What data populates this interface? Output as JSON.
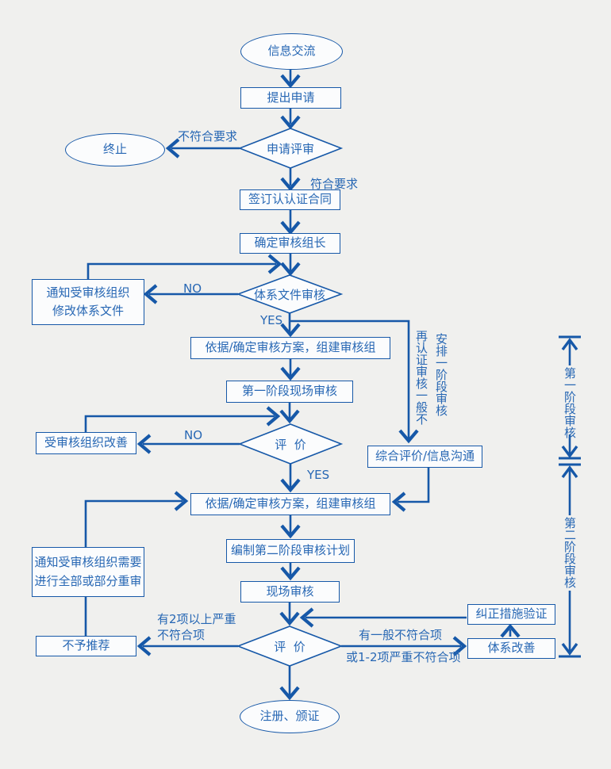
{
  "palette": {
    "background": "#f0f0ee",
    "line_blue": "#1658a8",
    "text_blue": "#2767b4",
    "node_fill": "#fbfcfd"
  },
  "nodes": {
    "start": "信息交流",
    "apply": "提出申请",
    "app_review": "申请评审",
    "terminate": "终止",
    "contract": "签订认认证合同",
    "leader": "确定审核组长",
    "doc_audit": "体系文件审核",
    "notify_modify": "通知受审核组织\n修改体系文件",
    "plan_stage1": "依据/确定审核方案，组建审核组",
    "stage1_onsite": "第一阶段现场审核",
    "eval1": "评  价",
    "org_improve": "受审核组织改善",
    "comprehensive": "综合评价/信息沟通",
    "plan_stage2": "依据/确定审核方案，组建审核组",
    "stage2_plan": "编制第二阶段审核计划",
    "onsite": "现场审核",
    "notify_reaudit": "通知受审核组织需要\n进行全部或部分重审",
    "not_recommend": "不予推荐",
    "eval2": "评  价",
    "sys_improve": "体系改善",
    "corrective": "纠正措施验证",
    "register": "注册、颁证"
  },
  "labels": {
    "not_meet": "不符合要求",
    "meet": "符合要求",
    "no1": "NO",
    "yes1": "YES",
    "no2": "NO",
    "yes2": "YES",
    "severe": "有2项以上严重\n不符合项",
    "general": "有一般不符合项",
    "or_severe": "或1-2项严重不符合项",
    "recert_note_col_a": "再认证审核一般不",
    "recert_note_col_b": "安排一阶段审核",
    "bracket_stage1": "第一阶段审核",
    "bracket_stage2": "第二阶段审核"
  }
}
